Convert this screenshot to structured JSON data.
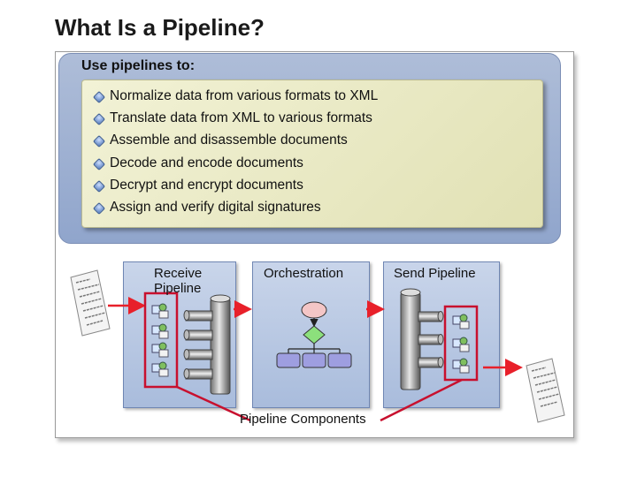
{
  "title": "What Is a Pipeline?",
  "panel": {
    "heading": "Use pipelines to:",
    "bullets": [
      "Normalize data from various formats to XML",
      "Translate data from XML to various formats",
      "Assemble and disassemble documents",
      "Decode and encode documents",
      "Decrypt and encrypt documents",
      "Assign and verify digital signatures"
    ]
  },
  "diagram": {
    "receive_label": "Receive Pipeline",
    "orchestration_label": "Orchestration",
    "send_label": "Send Pipeline",
    "components_label": "Pipeline Components"
  },
  "colors": {
    "highlight": "#c8102e",
    "arrow": "#e8202a",
    "stage_fill": "#b8c8e4",
    "bullet_panel": "#ecebc8"
  }
}
